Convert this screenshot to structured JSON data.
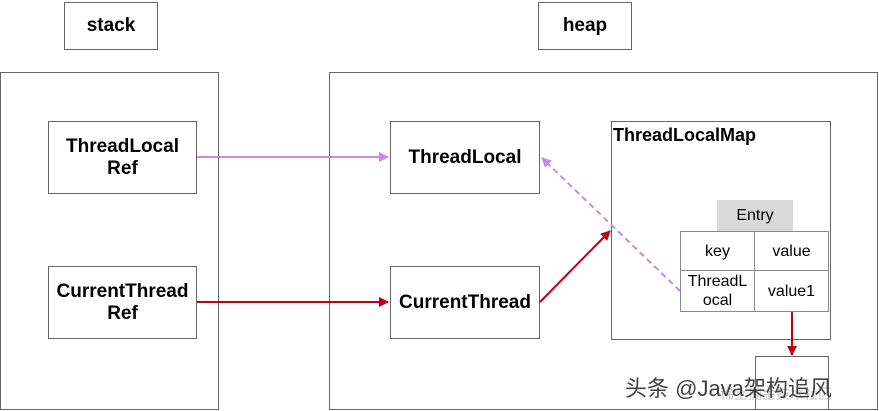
{
  "labels": {
    "stack": "stack",
    "heap": "heap",
    "threadlocal_ref": "ThreadLocal\nRef",
    "currentthread_ref": "CurrentThread\nRef",
    "threadlocal": "ThreadLocal",
    "currentthread": "CurrentThread",
    "threadlocalmap": "ThreadLocalMap",
    "entry": "Entry",
    "key": "key",
    "value": "value",
    "key_value": "ThreadL\nocal",
    "value_value": "value1"
  },
  "watermark": {
    "text": "头条 @Java架构追风",
    "faint": "稀土掘金技术社区"
  },
  "colors": {
    "purple": "#c58af0",
    "red": "#c0001a",
    "border": "#666666",
    "entry_bg": "#d9d9d9"
  }
}
